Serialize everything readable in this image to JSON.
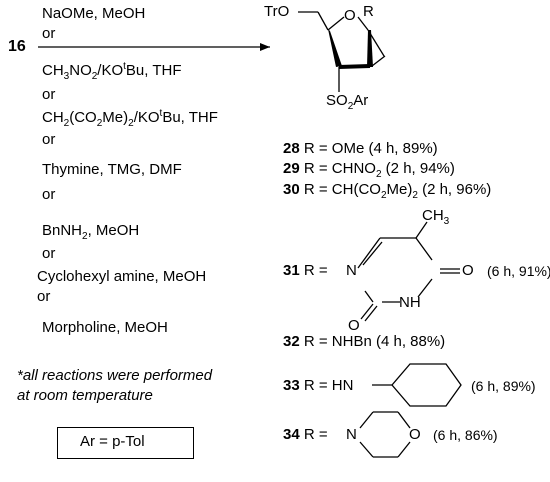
{
  "start_compound": "16",
  "conditions": {
    "c1": "NaOMe, MeOH",
    "or": "or",
    "c2": [
      "CH",
      "3",
      "NO",
      "2",
      "/KO",
      "t",
      "Bu, THF"
    ],
    "c3": [
      "CH",
      "2",
      "(CO",
      "2",
      "Me)",
      "2",
      "/KO",
      "t",
      "Bu, THF"
    ],
    "c4": "Thymine, TMG, DMF",
    "c5": [
      "BnNH",
      "2",
      ", MeOH"
    ],
    "c6": "Cyclohexyl amine, MeOH",
    "c7": "Morpholine, MeOH"
  },
  "footnote": [
    "*all reactions were performed",
    "at room temperature"
  ],
  "ar_def": "Ar = p-Tol",
  "structure": {
    "tro": "TrO",
    "o": "O",
    "r": "R",
    "so2ar": [
      "SO",
      "2",
      "Ar"
    ]
  },
  "products": [
    {
      "num": "28",
      "text": [
        "R = OMe (4 h, 89%)"
      ]
    },
    {
      "num": "29",
      "text": [
        "R = CHNO",
        "2",
        " (2 h, 94%)"
      ]
    },
    {
      "num": "30",
      "text": [
        "R = CH(CO",
        "2",
        "Me)",
        "2",
        " (2 h, 96%)"
      ]
    },
    {
      "num": "31",
      "text": [
        "R ="
      ],
      "yield": "(6 h, 91%)"
    },
    {
      "num": "32",
      "text": [
        "R = NHBn (4 h, 88%)"
      ]
    },
    {
      "num": "33",
      "text": [
        "R = HN"
      ],
      "yield": "(6 h, 89%)"
    },
    {
      "num": "34",
      "text": [
        "R ="
      ],
      "yield": "(6 h, 86%)"
    }
  ],
  "thymine": {
    "ch3": [
      "CH",
      "3"
    ],
    "n1": "N",
    "o4": "O",
    "o2": "O",
    "nh": "NH",
    "h": "H"
  },
  "morpholine": {
    "n": "N",
    "o": "O"
  }
}
